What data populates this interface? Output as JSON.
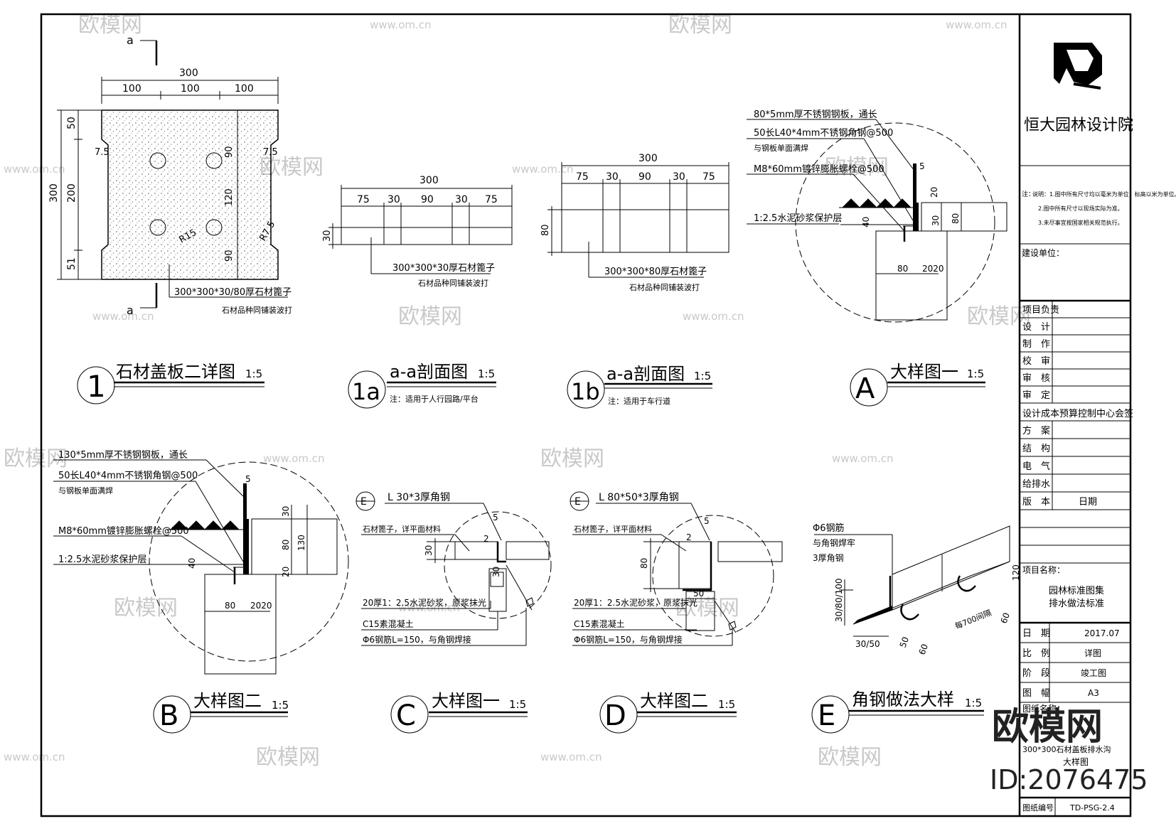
{
  "watermark": {
    "brand": "欧模网",
    "site": "www.om.cn",
    "big": "欧模网",
    "id": "ID:2076475"
  },
  "detail1": {
    "num": "1",
    "title": "石材盖板二详图",
    "scale": "1:5",
    "marker_a_top": "a",
    "marker_a_bottom": "a",
    "dims": {
      "total": "300",
      "seg1": "100",
      "seg2": "100",
      "seg3": "100",
      "left_total": "300",
      "left_50": "50",
      "left_200": "200",
      "left_51": "51",
      "notch_l": "7.5",
      "notch_r": "7.5",
      "right_90a": "90",
      "right_120": "120",
      "right_90b": "90",
      "r15": "R15",
      "r75": "R7.5"
    },
    "note1": "300*300*30/80厚石材篦子",
    "note2": "石材品种同铺装波打"
  },
  "detail1a": {
    "num": "1a",
    "title": "a-a剖面图",
    "scale": "1:5",
    "sub": "注：适用于人行园路/平台",
    "dims": {
      "total": "300",
      "d1": "75",
      "d2": "30",
      "d3": "90",
      "d4": "30",
      "d5": "75",
      "h": "30"
    },
    "note1": "300*300*30厚石材篦子",
    "note2": "石材品种同铺装波打"
  },
  "detail1b": {
    "num": "1b",
    "title": "a-a剖面图",
    "scale": "1:5",
    "sub": "注：适用于车行道",
    "dims": {
      "total": "300",
      "d1": "75",
      "d2": "30",
      "d3": "90",
      "d4": "30",
      "d5": "75",
      "h": "80"
    },
    "note1": "300*300*80厚石材篦子",
    "note2": "石材品种同铺装波打"
  },
  "detailA": {
    "num": "A",
    "title": "大样图一",
    "scale": "1:5",
    "notes": [
      "80*5mm厚不锈钢钢板，通长",
      "50长L40*4mm不锈钢角钢@500",
      "与钢板单面满焊",
      "M8*60mm镀锌膨胀螺栓@500",
      "1:2.5水泥砂浆保护层"
    ],
    "dims": {
      "d5": "5",
      "d20": "20",
      "d30": "30",
      "d80v": "80",
      "d40": "40",
      "d80h": "80",
      "d2020": "2020"
    }
  },
  "detailB": {
    "num": "B",
    "title": "大样图二",
    "scale": "1:5",
    "notes": [
      "130*5mm厚不锈钢钢板，通长",
      "50长L40*4mm不锈钢角钢@500",
      "与钢板单面满焊",
      "M8*60mm镀锌膨胀螺栓@500",
      "1:2.5水泥砂浆保护层"
    ],
    "dims": {
      "d5": "5",
      "d30": "30",
      "d80v": "80",
      "d130": "130",
      "d20": "20",
      "d40": "40",
      "d80h": "80",
      "d2020": "2020"
    }
  },
  "detailC": {
    "num": "C",
    "title": "大样图一",
    "scale": "1:5",
    "ref": "E",
    "angle": "L 30*3厚角钢",
    "notes": [
      "石材篦子，详平面材料",
      "20厚1：2.5水泥砂浆，原浆抹光",
      "C15素混凝土",
      "Φ6钢筋L=150，与角钢焊接"
    ],
    "dims": {
      "d5": "5",
      "d2": "2",
      "d30": "30",
      "d30b": "30"
    }
  },
  "detailD": {
    "num": "D",
    "title": "大样图二",
    "scale": "1:5",
    "ref": "E",
    "angle": "L 80*50*3厚角钢",
    "notes": [
      "石材篦子，详平面材料",
      "20厚1：2.5水泥砂浆，原浆抹光",
      "C15素混凝土",
      "Φ6钢筋L=150，与角钢焊接"
    ],
    "dims": {
      "d5": "5",
      "d2": "2",
      "d80": "80",
      "d50": "50"
    }
  },
  "detailE": {
    "num": "E",
    "title": "角钢做法大样",
    "scale": "1:5",
    "notes": [
      "Φ6钢筋",
      "与角钢焊牢",
      "3厚角钢"
    ],
    "dims": {
      "v": "30/80/100",
      "h": "30/50",
      "d50": "50",
      "d60a": "60",
      "d700": "每700间隔",
      "d60b": "60",
      "d120": "120"
    }
  },
  "titleblock": {
    "company": "恒大园林设计院",
    "notes": [
      "说明：1.图中所有尺寸均以毫米为单位，标高以米为单位。",
      "2.图中所有尺寸以现场实际为准。",
      "3.未尽事宜按国家相关规范执行。"
    ],
    "notes_label": "注：",
    "build_unit": "建设单位：",
    "rows": [
      "项目负责",
      "设　计",
      "制　作",
      "校　审",
      "审　核",
      "审　定"
    ],
    "sign_header": "设计成本预算控制中心会签",
    "sign_rows": [
      "方　案",
      "结　构",
      "电　气",
      "给排水"
    ],
    "version": "版　本",
    "date_label": "日期",
    "project_label": "项目名称：",
    "project1": "园林标准图集",
    "project2": "排水做法标准",
    "info": [
      [
        "日　期",
        "2017.07"
      ],
      [
        "比　例",
        "详图"
      ],
      [
        "阶　段",
        "竣工图"
      ],
      [
        "图　幅",
        "A3"
      ]
    ],
    "drawing_label": "图纸名称：",
    "drawing1": "300*300石材盖板排水沟",
    "drawing2": "大样图",
    "number_label": "图纸编号",
    "number": "TD-PSG-2.4"
  },
  "colors": {
    "line": "#000000",
    "watermark": "#c9c9c9",
    "hatch": "#000000"
  }
}
